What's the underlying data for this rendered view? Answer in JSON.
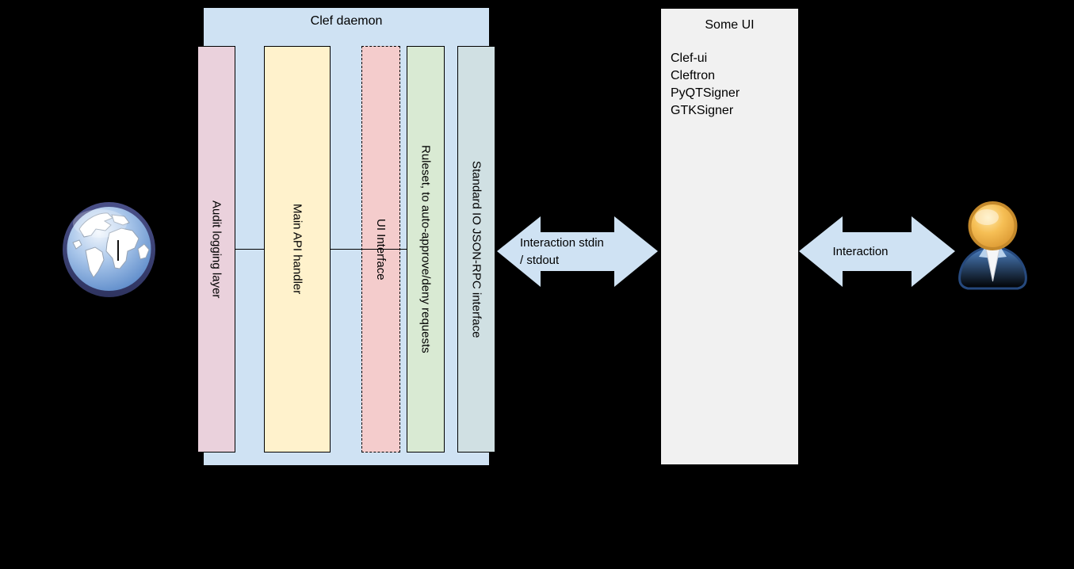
{
  "canvas": {
    "background": "#000000"
  },
  "clef_daemon": {
    "title": "Clef daemon",
    "bg": "#cfe2f3",
    "bars": [
      {
        "label": "Audit logging layer",
        "bg": "#ead1dc",
        "border": "solid"
      },
      {
        "label": "Main API handler",
        "bg": "#fff2cc",
        "border": "solid"
      },
      {
        "label": "UI Interface",
        "bg": "#f4cccc",
        "border": "dashed"
      },
      {
        "label": "Ruleset, to auto-approve/deny requests",
        "bg": "#d9ead3",
        "border": "solid"
      },
      {
        "label": "Standard IO JSON-RPC interface",
        "bg": "#d0e0e3",
        "border": "solid"
      }
    ]
  },
  "some_ui": {
    "title": "Some UI",
    "bg": "#f1f1f1",
    "items": [
      "Clef-ui",
      "Cleftron",
      "PyQTSigner",
      "GTKSigner"
    ]
  },
  "arrows": {
    "left": {
      "label_line1": "Interaction stdin",
      "label_line2": "/ stdout",
      "color": "#cfe2f3"
    },
    "right": {
      "label": "Interaction",
      "color": "#cfe2f3"
    }
  },
  "icons": {
    "globe": "globe-icon (internet / external world)",
    "person": "person-icon (user)"
  }
}
